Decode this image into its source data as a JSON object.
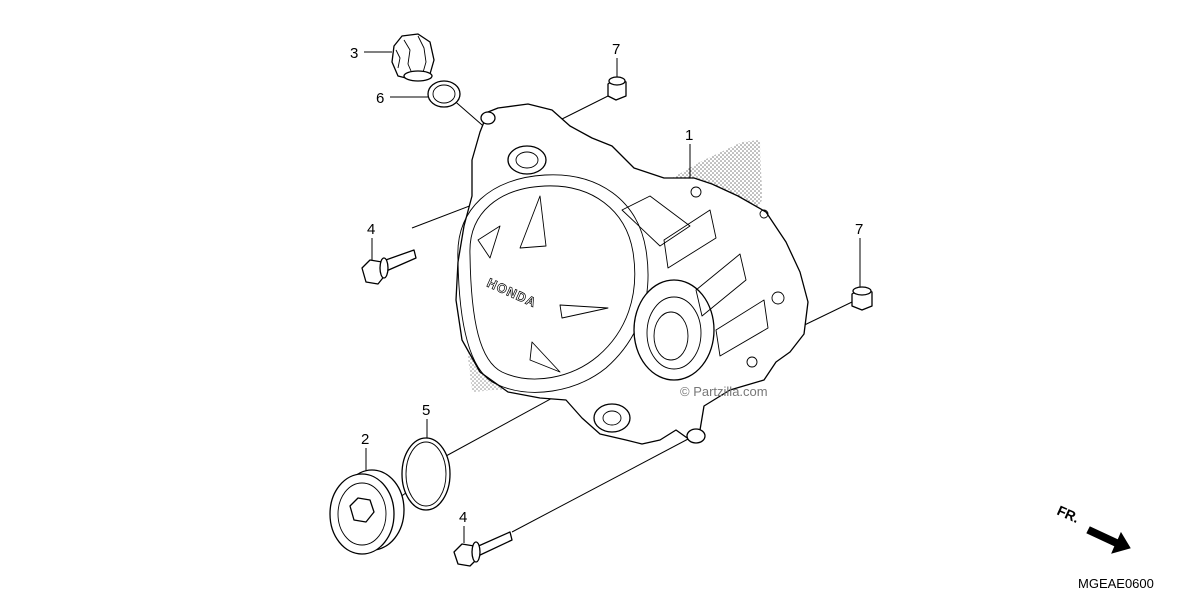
{
  "diagram": {
    "diagram_code": "MGEAE0600",
    "watermark": "© Partzilla.com",
    "direction_label": "FR.",
    "cover_embossing": "HONDA",
    "callouts": [
      {
        "id": "callout-1",
        "label": "1",
        "part": "left-crankcase-cover"
      },
      {
        "id": "callout-2",
        "label": "2",
        "part": "inspection-cap"
      },
      {
        "id": "callout-3",
        "label": "3",
        "part": "oil-filler-cap"
      },
      {
        "id": "callout-4a",
        "label": "4",
        "part": "flange-bolt-upper"
      },
      {
        "id": "callout-4b",
        "label": "4",
        "part": "flange-bolt-lower"
      },
      {
        "id": "callout-5",
        "label": "5",
        "part": "large-o-ring"
      },
      {
        "id": "callout-6",
        "label": "6",
        "part": "small-o-ring"
      },
      {
        "id": "callout-7a",
        "label": "7",
        "part": "dowel-pin-upper"
      },
      {
        "id": "callout-7b",
        "label": "7",
        "part": "dowel-pin-right"
      }
    ]
  }
}
